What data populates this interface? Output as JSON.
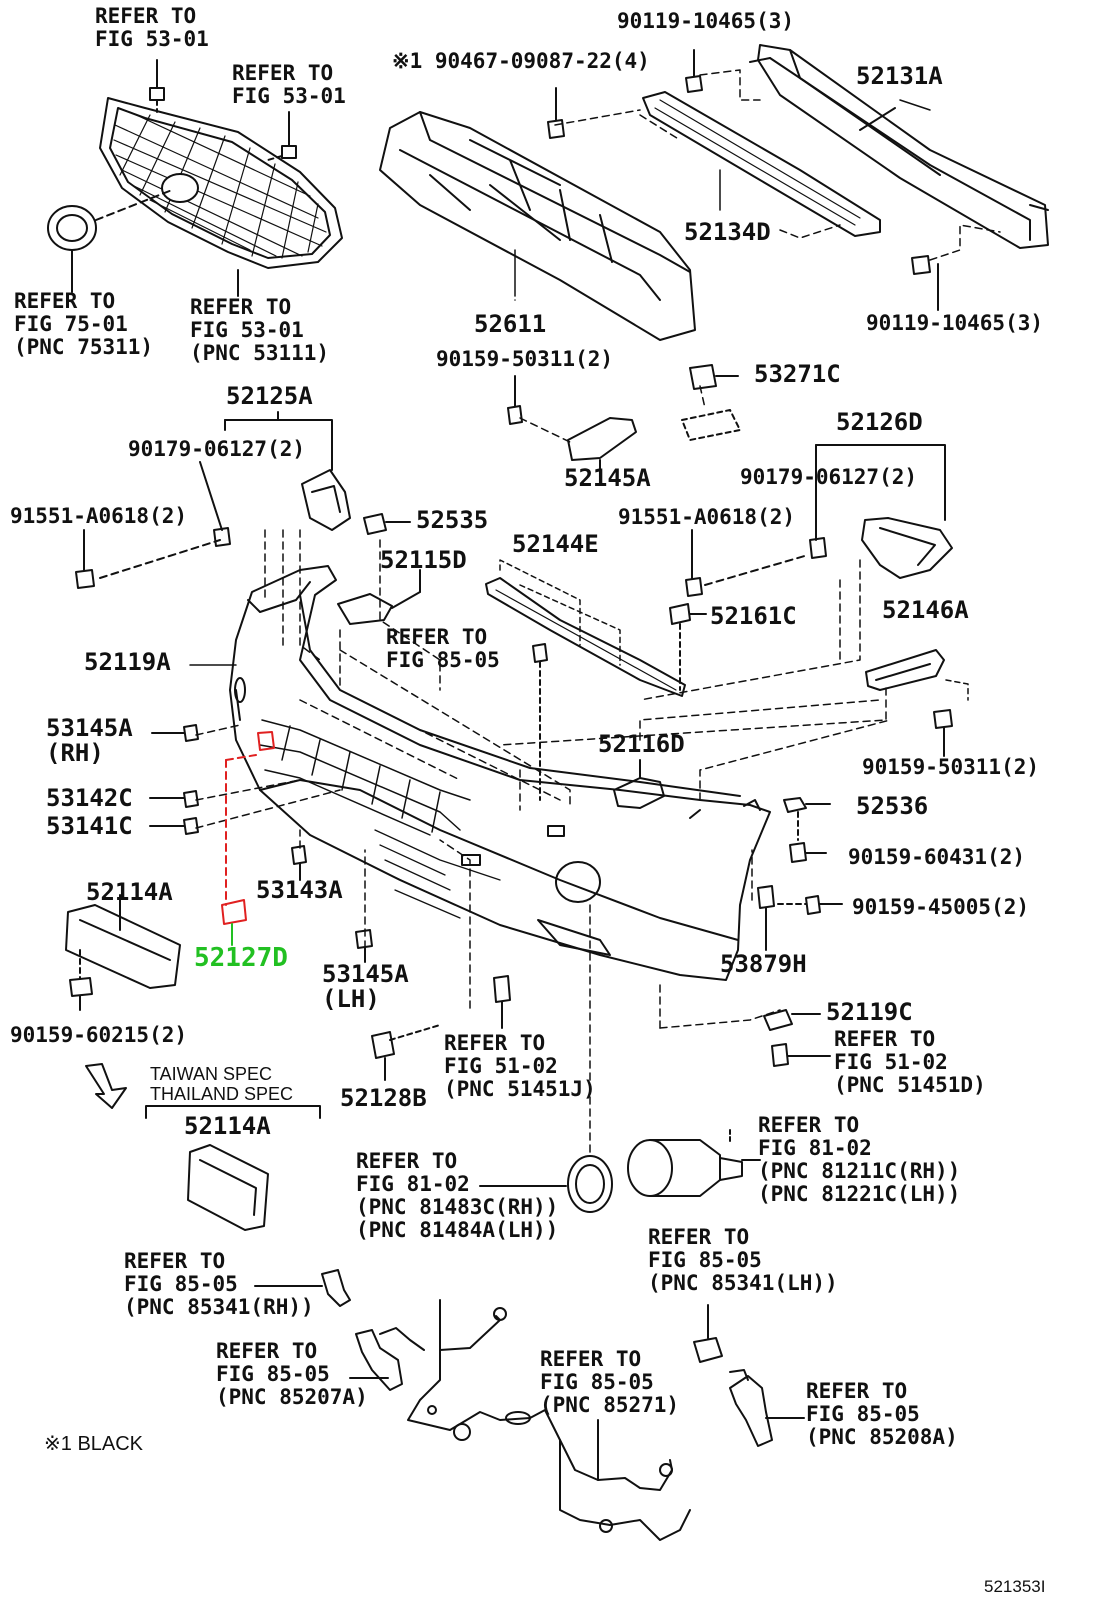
{
  "callouts": {
    "top_left_ref1": [
      "REFER TO",
      "FIG 53-01"
    ],
    "top_left_ref2": [
      "REFER TO",
      "FIG 53-01"
    ],
    "emblem_ref": [
      "REFER TO",
      "FIG 75-01",
      "(PNC 75311)"
    ],
    "grille_ref": [
      "REFER TO",
      "FIG 53-01",
      "(PNC 53111)"
    ],
    "top_bolt_a": "90119-10465(3)",
    "top_clip_note": "※1 90467-09087-22(4)",
    "beam_main": "52131A",
    "beam_strip": "52134D",
    "absorber": "52611",
    "bolt_right": "90119-10465(3)",
    "screw_center": "90159-50311(2)",
    "nut_clip": "53271C",
    "bracket_center": "52145A",
    "bracket_left_grp": "52125A",
    "bolt_left_upper": "90179-06127(2)",
    "bolt_left_lower": "91551-A0618(2)",
    "clip_52535": "52535",
    "bracket_right_grp": "52126D",
    "bolt_right_upper": "90179-06127(2)",
    "bolt_right_lower": "91551-A0618(2)",
    "bracket_52115d": "52115D",
    "strip_52144e": "52144E",
    "clip_52161c": "52161C",
    "ref_85_05_top": [
      "REFER TO",
      "FIG 85-05"
    ],
    "bracket_52146a": "52146A",
    "cover_52119a": "52119A",
    "clip_53145a_rh": [
      "53145A",
      "(RH)"
    ],
    "bracket_52116d": "52116D",
    "screw_right_mid": "90159-50311(2)",
    "clip_53142c": "53142C",
    "clip_53141c": "53141C",
    "clip_52536": "52536",
    "screw_60431": "90159-60431(2)",
    "screw_45005": "90159-45005(2)",
    "plate_52114a": "52114A",
    "highlight_52127d": "52127D",
    "clip_53143a": "53143A",
    "clip_53145a_lh": [
      "53145A",
      "(LH)"
    ],
    "clip_53879h": "53879H",
    "screw_60215": "90159-60215(2)",
    "clip_52119c": "52119C",
    "ref_51_02_right": [
      "REFER TO",
      "FIG 51-02",
      "(PNC 51451D)"
    ],
    "ref_51_02_center": [
      "REFER TO",
      "FIG 51-02",
      "(PNC 51451J)"
    ],
    "spec_lines": [
      "TAIWAN SPEC",
      "THAILAND SPEC"
    ],
    "plate_52114a_spec": "52114A",
    "bracket_52128b": "52128B",
    "ref_81_02_bezel": [
      "REFER TO",
      "FIG 81-02",
      "(PNC 81483C(RH))",
      "(PNC 81484A(LH))"
    ],
    "ref_81_02_lamp": [
      "REFER TO",
      "FIG 81-02",
      "(PNC 81211C(RH))",
      "(PNC 81221C(LH))"
    ],
    "ref_85_05_rh": [
      "REFER TO",
      "FIG 85-05",
      "(PNC 85341(RH))"
    ],
    "ref_85_05_lh": [
      "REFER TO",
      "FIG 85-05",
      "(PNC 85341(LH))"
    ],
    "ref_85_05_207a": [
      "REFER TO",
      "FIG 85-05",
      "(PNC 85207A)"
    ],
    "ref_85_05_271": [
      "REFER TO",
      "FIG 85-05",
      "(PNC 85271)"
    ],
    "ref_85_05_208a": [
      "REFER TO",
      "FIG 85-05",
      "(PNC 85208A)"
    ],
    "note_black": "※1 BLACK",
    "diagram_code": "521353I"
  },
  "colors": {
    "line": "#111111",
    "highlight_part": "#e02020",
    "highlight_label": "#22c022"
  }
}
